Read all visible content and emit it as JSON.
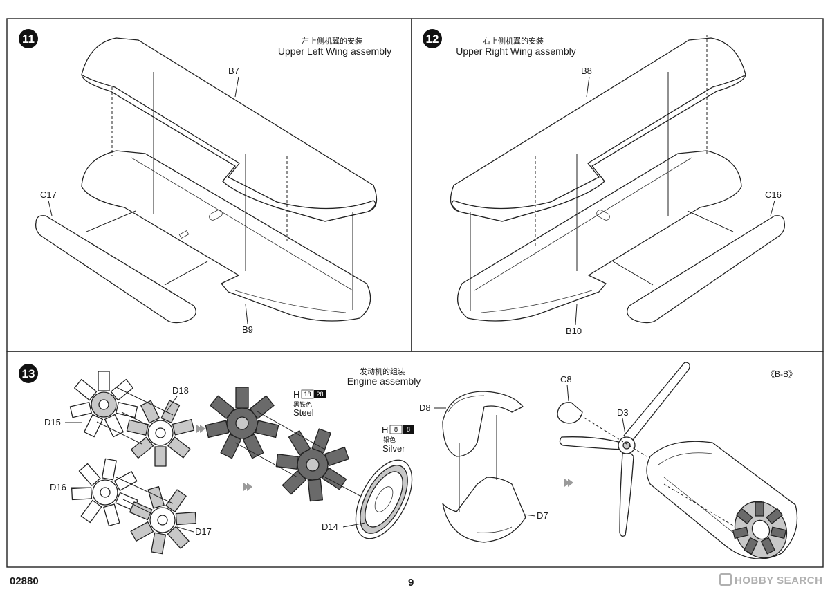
{
  "steps": [
    {
      "number": "11",
      "title_cn": "左上侧机翼的安装",
      "title_en": "Upper Left Wing assembly",
      "parts": [
        "B7",
        "C17",
        "B9"
      ]
    },
    {
      "number": "12",
      "title_cn": "右上侧机翼的安装",
      "title_en": "Upper Right Wing assembly",
      "parts": [
        "B8",
        "C16",
        "B10"
      ]
    },
    {
      "number": "13",
      "title_cn": "发动机的组装",
      "title_en": "Engine assembly",
      "parts": [
        "D18",
        "D15",
        "D16",
        "D17",
        "D14",
        "D8",
        "D7",
        "C8",
        "D3"
      ],
      "section_label": "《B-B》",
      "paints": [
        {
          "code": "H",
          "num1": "18",
          "num2": "28",
          "name_cn": "黑铁色",
          "name_en": "Steel"
        },
        {
          "code": "H",
          "num1": "8",
          "num2": "8",
          "name_cn": "银色",
          "name_en": "Silver"
        }
      ]
    }
  ],
  "footer": {
    "product_code": "02880",
    "page_number": "9",
    "watermark": "HOBBY SEARCH"
  }
}
